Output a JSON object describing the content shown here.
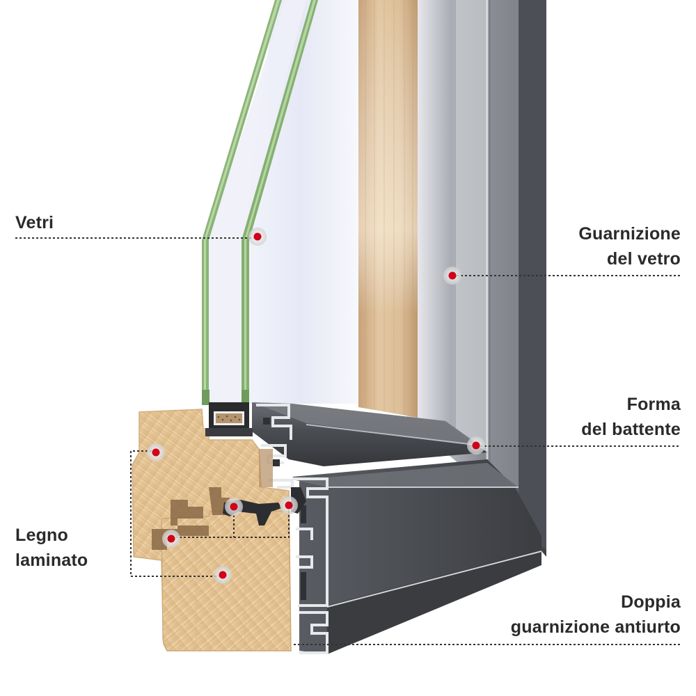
{
  "callouts": {
    "vetri": {
      "lines": [
        "Vetri"
      ]
    },
    "guarnizione_vetro": {
      "lines": [
        "Guarnizione",
        "del vetro"
      ]
    },
    "forma_battente": {
      "lines": [
        "Forma",
        "del battente"
      ]
    },
    "legno_laminato": {
      "lines": [
        "Legno",
        "laminato"
      ]
    },
    "doppia_guarnizione": {
      "lines": [
        "Doppia",
        "guarnizione antiurto"
      ]
    }
  },
  "colors": {
    "marker": "#d0021b",
    "halo": "#d9d9d9",
    "leader": "#333333",
    "text": "#2a2a2a",
    "wood": "#e6c99a",
    "aluminium": "#4f5257",
    "glass_edge": "#7fae6a"
  }
}
